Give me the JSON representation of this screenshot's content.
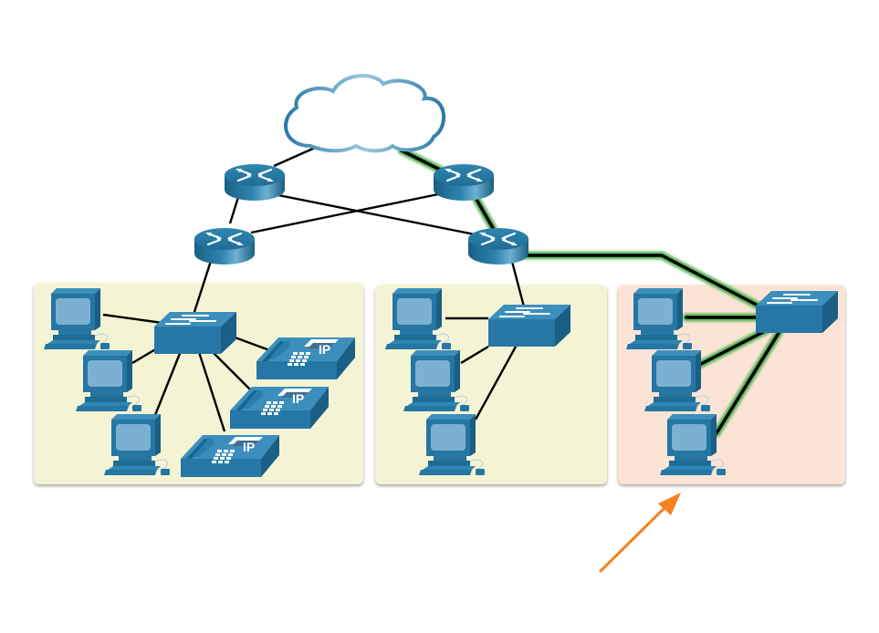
{
  "diagram": {
    "title": "Network topology with highlighted path to access segment",
    "colors": {
      "device_dark": "#1e6f96",
      "device_mid": "#2a7fab",
      "device_light": "#7fb3d3",
      "screen": "#7aaccc",
      "cloud_stroke": "#3a86b0",
      "zone_yellow": "#f4f4d4",
      "zone_peach": "#fbe4d5",
      "highlight_green": "#5cb85c",
      "link": "#000000",
      "arrow": "#f58220"
    },
    "nodes": {
      "cloud": {
        "type": "cloud",
        "label": ""
      },
      "routers": [
        {
          "id": "r1",
          "type": "router"
        },
        {
          "id": "r2",
          "type": "router"
        },
        {
          "id": "r3",
          "type": "router"
        },
        {
          "id": "r4",
          "type": "router"
        }
      ],
      "switches": [
        {
          "id": "sw-left",
          "type": "switch"
        },
        {
          "id": "sw-middle",
          "type": "switch"
        },
        {
          "id": "sw-right",
          "type": "switch"
        }
      ],
      "ip_phones": [
        {
          "id": "phone1",
          "label": "IP"
        },
        {
          "id": "phone2",
          "label": "IP"
        },
        {
          "id": "phone3",
          "label": "IP"
        }
      ],
      "pcs": [
        {
          "id": "pc-l1"
        },
        {
          "id": "pc-l2"
        },
        {
          "id": "pc-l3"
        },
        {
          "id": "pc-m1"
        },
        {
          "id": "pc-m2"
        },
        {
          "id": "pc-m3"
        },
        {
          "id": "pc-r1"
        },
        {
          "id": "pc-r2"
        },
        {
          "id": "pc-r3"
        }
      ]
    },
    "zones": [
      {
        "id": "zone-left",
        "style": "yellow"
      },
      {
        "id": "zone-middle",
        "style": "yellow"
      },
      {
        "id": "zone-right",
        "style": "peach",
        "highlighted": true
      }
    ],
    "highlighted_path": [
      "cloud",
      "r2",
      "r4",
      "sw-right",
      "pc-r1",
      "pc-r2",
      "pc-r3"
    ],
    "annotation": {
      "type": "arrow",
      "points_to": "zone-right"
    }
  }
}
